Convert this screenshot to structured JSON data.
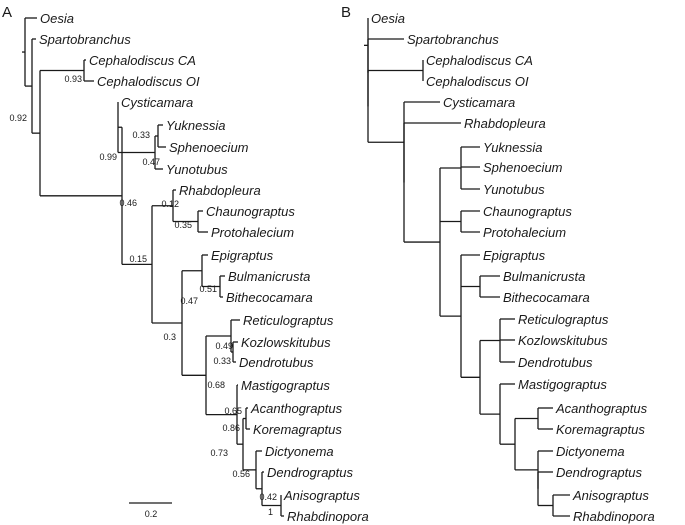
{
  "panels": {
    "a": {
      "label": "A",
      "taxa": [
        "Oesia",
        "Spartobranchus",
        "Cephalodiscus CA",
        "Cephalodiscus OI",
        "Cysticamara",
        "Yuknessia",
        "Sphenoecium",
        "Yunotubus",
        "Rhabdopleura",
        "Chaunograptus",
        "Protohalecium",
        "Epigraptus",
        "Bulmanicrusta",
        "Bithecocamara",
        "Reticulograptus",
        "Kozlowskitubus",
        "Dendrotubus",
        "Mastigograptus",
        "Acanthograptus",
        "Koremagraptus",
        "Dictyonema",
        "Dendrograptus",
        "Anisograptus",
        "Rhabdinopora"
      ],
      "supports": [
        "0.93",
        "0.92",
        "0.33",
        "0.47",
        "0.99",
        "0.12",
        "0.35",
        "0.46",
        "0.15",
        "0.51",
        "0.47",
        "0.49",
        "0.33",
        "0.3",
        "0.65",
        "0.68",
        "0.86",
        "0.73",
        "0.56",
        "0.42",
        "1"
      ],
      "scale_label": "0.2"
    },
    "b": {
      "label": "B",
      "taxa": [
        "Oesia",
        "Spartobranchus",
        "Cephalodiscus CA",
        "Cephalodiscus OI",
        "Cysticamara",
        "Rhabdopleura",
        "Yuknessia",
        "Sphenoecium",
        "Yunotubus",
        "Chaunograptus",
        "Protohalecium",
        "Epigraptus",
        "Bulmanicrusta",
        "Bithecocamara",
        "Reticulograptus",
        "Kozlowskitubus",
        "Dendrotubus",
        "Mastigograptus",
        "Acanthograptus",
        "Koremagraptus",
        "Dictyonema",
        "Dendrograptus",
        "Anisograptus",
        "Rhabdinopora"
      ]
    }
  },
  "highlight": {
    "taxon": "Yunotubus",
    "color": "#e31b1b"
  },
  "colors": {
    "ink": "#1a1a1a"
  }
}
